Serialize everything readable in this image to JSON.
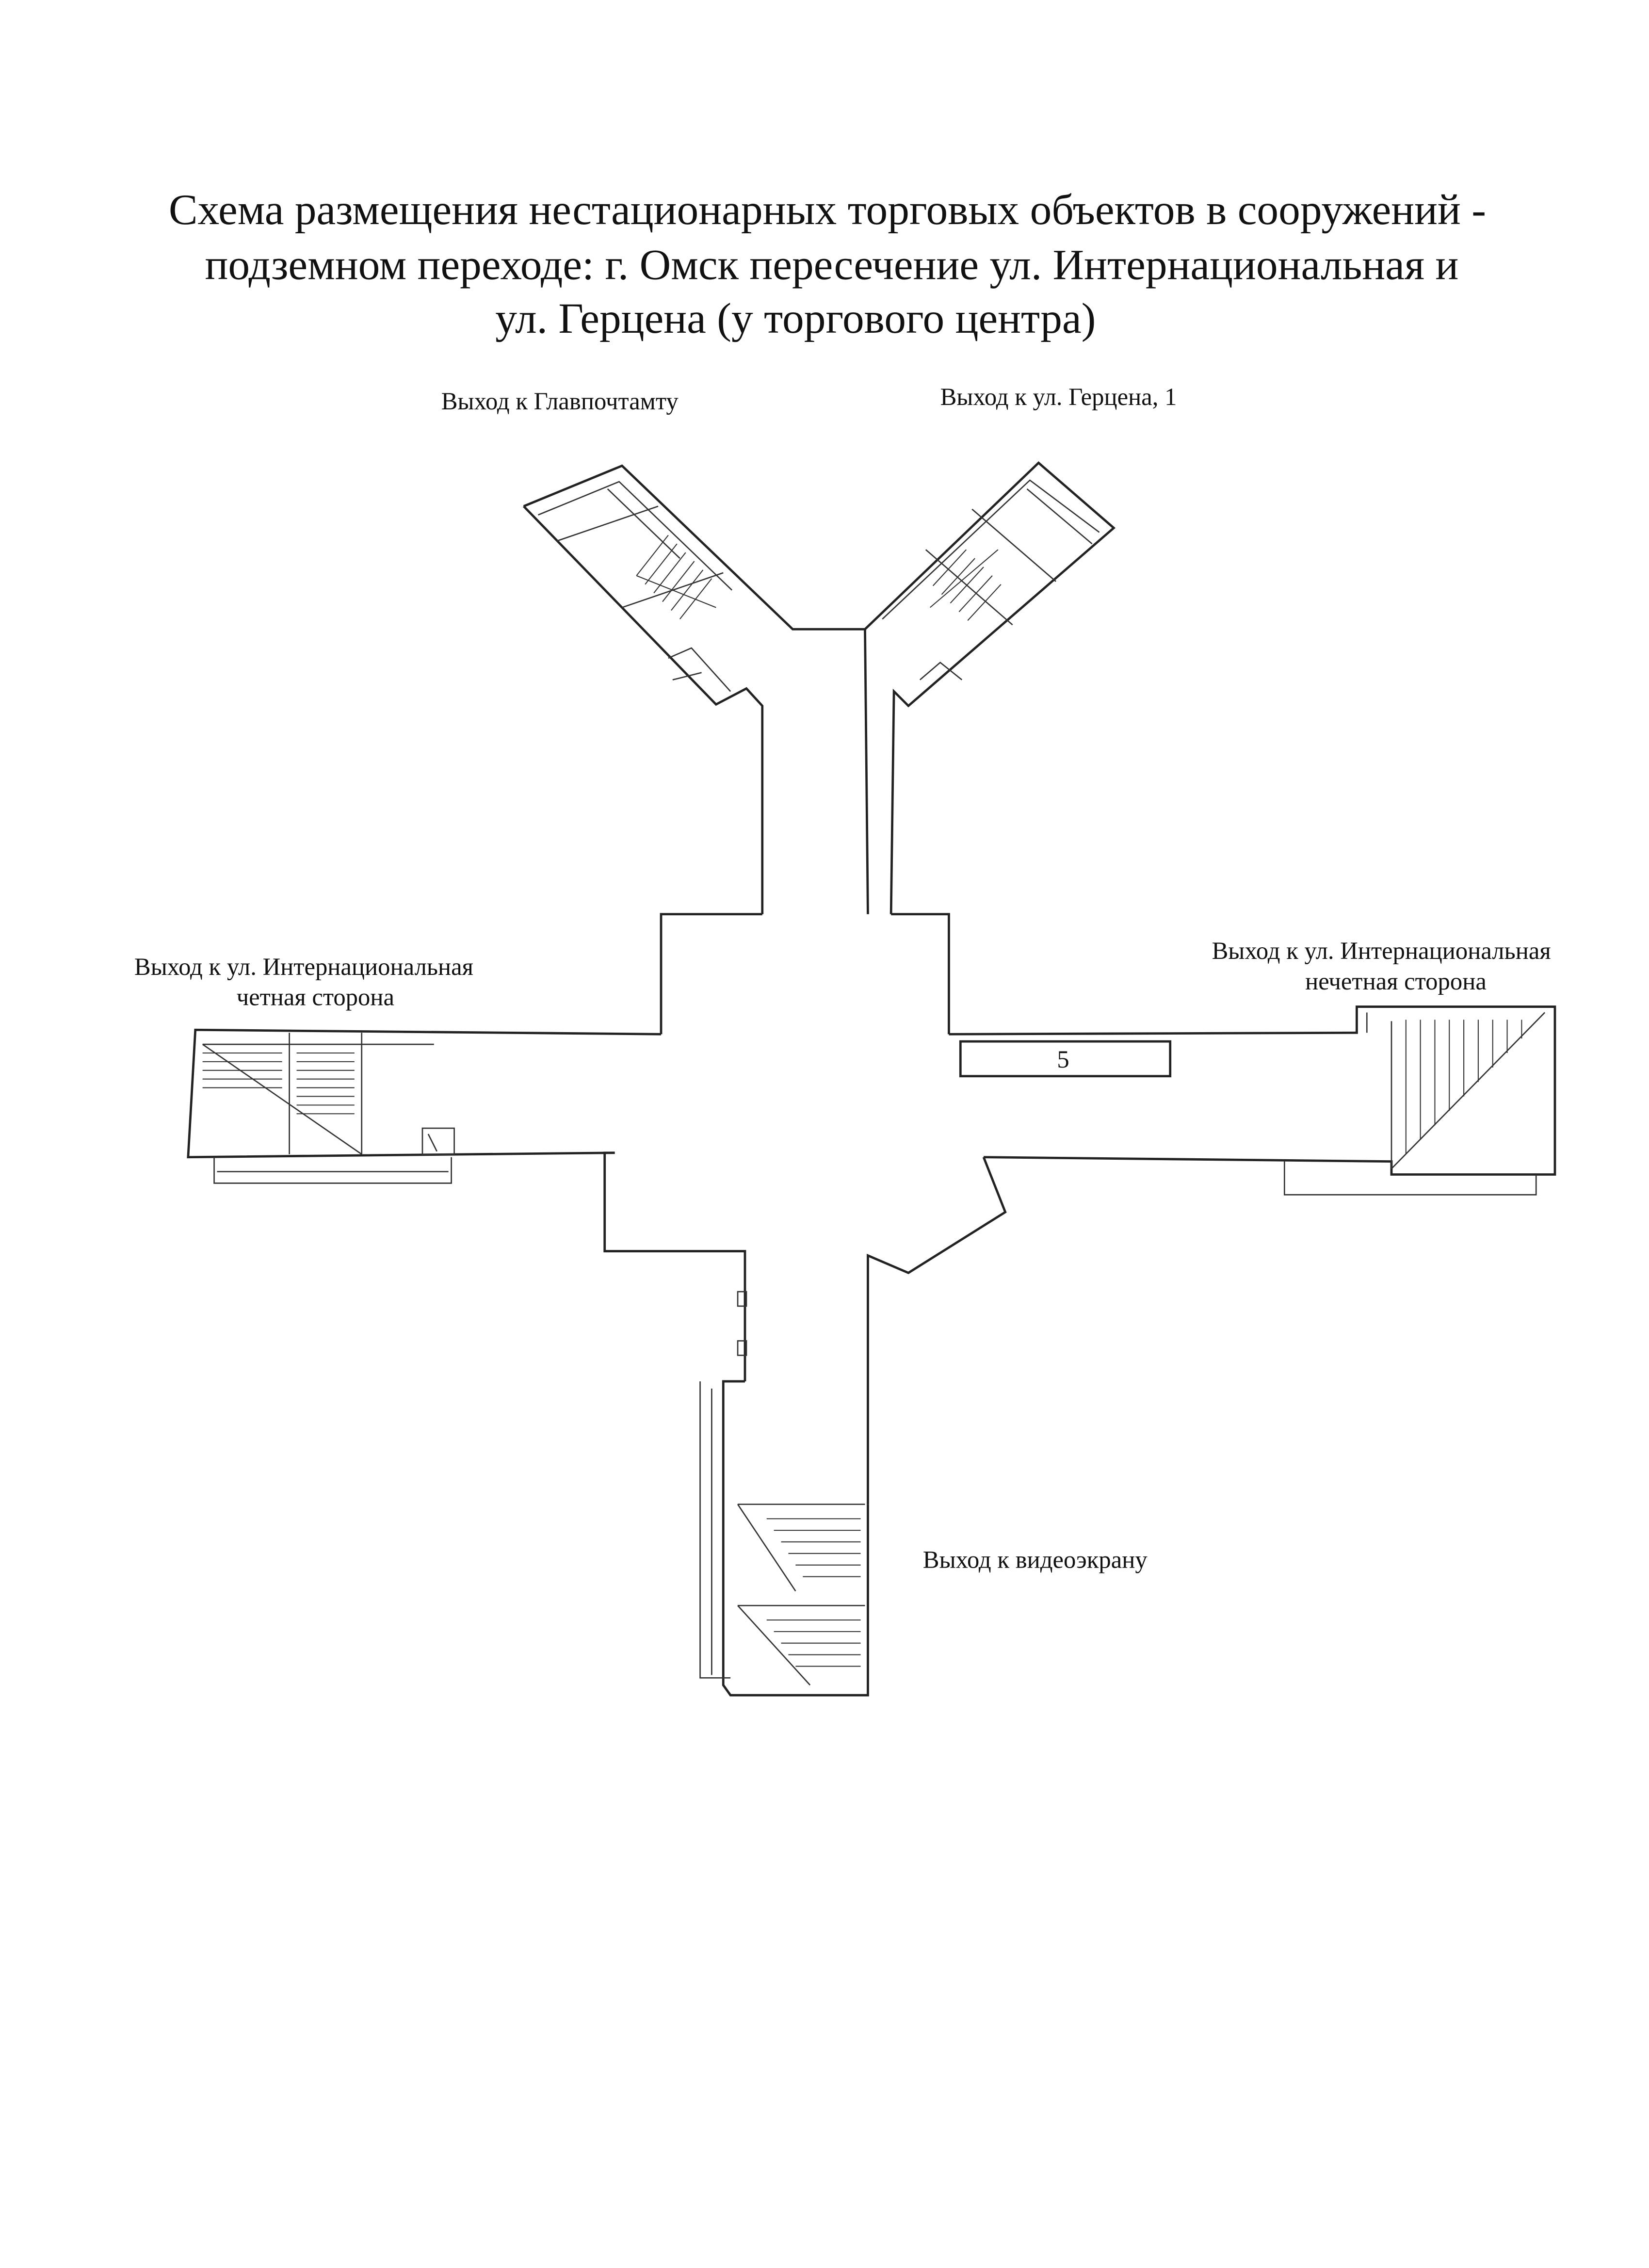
{
  "title": {
    "line1": "Схема размещения нестационарных торговых объектов в сооружений -",
    "line2": "подземном переходе: г. Омск пересечение ул. Интернациональная и",
    "line3": "ул. Герцена (у торгового центра)"
  },
  "exits": {
    "north_west": "Выход к Главпочтамту",
    "north_east": "Выход к ул. Герцена, 1",
    "west_line1": "Выход к ул. Интернациональная",
    "west_line2": "четная сторона",
    "east_line1": "Выход к ул. Интернациональная",
    "east_line2": "нечетная сторона",
    "south": "Выход к видеоэкрану"
  },
  "kiosk": {
    "number": "5"
  },
  "colors": {
    "ink": "#222222",
    "paper": "#ffffff"
  }
}
